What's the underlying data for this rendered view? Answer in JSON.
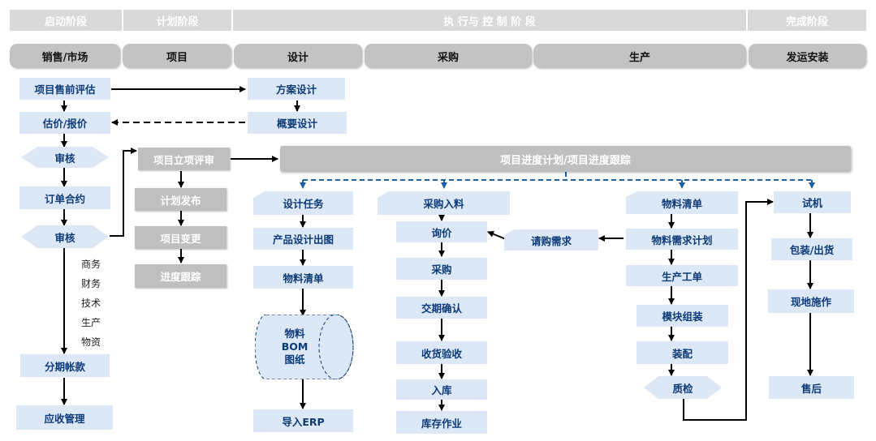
{
  "phases": {
    "start": "启动阶段",
    "plan": "计划阶段",
    "exec": "执 行与 控 制  阶 段",
    "finish": "完成阶段"
  },
  "departments": {
    "sales": "销售/市场",
    "project": "项目",
    "design": "设计",
    "purchase": "采购",
    "production": "生产",
    "shipping": "发运安装"
  },
  "sales": {
    "pre_eval": "项目售前评估",
    "quote": "估价/报价",
    "review1": "审核",
    "order": "订单合约",
    "review2": "审核",
    "notes": [
      "商务",
      "财务",
      "技术",
      "生产",
      "物资"
    ],
    "installment": "分期帐款",
    "receivable": "应收管理"
  },
  "project": {
    "approval": "项目立项评审",
    "plan_release": "计划发布",
    "change": "项目变更",
    "progress": "进度跟踪"
  },
  "design": {
    "scheme": "方案设计",
    "outline": "概要设计",
    "task": "设计任务",
    "drawing": "产品设计出图",
    "bom": "物料清单",
    "cyl_lines": [
      "物料",
      "BOM",
      "图纸"
    ],
    "erp": "导入ERP"
  },
  "schedule_bar": "项目进度计划/项目进度跟踪",
  "purchase": {
    "inbound": "采购入料",
    "inquiry": "询价",
    "buy": "采购",
    "confirm": "交期确认",
    "receive": "收货验收",
    "warehouse": "入库",
    "stock": "库存作业",
    "request": "请购需求"
  },
  "production": {
    "bom": "物料清单",
    "mrp": "物料需求计划",
    "work_order": "生产工单",
    "module": "模块组装",
    "assembly": "装配",
    "qc": "质检"
  },
  "shipping": {
    "trial": "试机",
    "pack": "包装/出货",
    "onsite": "现地施作",
    "after": "售后"
  },
  "colors": {
    "box_fill": "#dde8f7",
    "text_blue": "#0c3b78",
    "header_gray": "#c3c3c3",
    "dashed_blue": "#1f5fa6"
  }
}
